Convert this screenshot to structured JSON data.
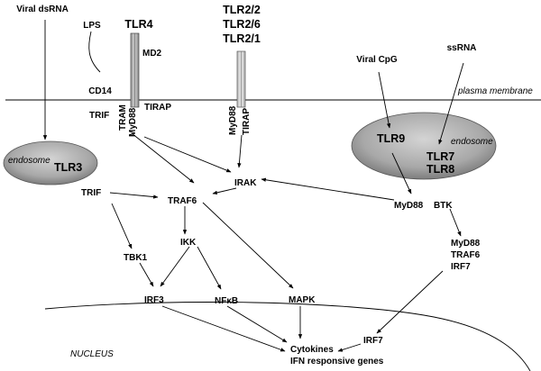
{
  "labels": {
    "viral_dsrna": "Viral dsRNA",
    "lps": "LPS",
    "cd14": "CD14",
    "tlr4": "TLR4",
    "md2": "MD2",
    "tlr2_2": "TLR2/2",
    "tlr2_6": "TLR2/6",
    "tlr2_1": "TLR2/1",
    "viral_cpg": "Viral CpG",
    "ssrna": "ssRNA",
    "plasma_membrane": "plasma membrane",
    "trif_top": "TRIF",
    "tram": "TRAM",
    "myd88_a": "MyD88",
    "tirap_a": "TIRAP",
    "myd88_b": "MyD88",
    "tirap_b": "TIRAP",
    "endosome_left": "endosome",
    "tlr3": "TLR3",
    "tlr9": "TLR9",
    "endosome_right": "endosome",
    "tlr7": "TLR7",
    "tlr8": "TLR8",
    "irak": "IRAK",
    "trif": "TRIF",
    "traf6": "TRAF6",
    "myd88_btk_myd88": "MyD88",
    "btk": "BTK",
    "tbk1": "TBK1",
    "ikk": "IKK",
    "myd88_c": "MyD88",
    "traf6_c": "TRAF6",
    "irf7_c": "IRF7",
    "irf3": "IRF3",
    "nfkb": "NFκB",
    "mapk": "MAPK",
    "irf7": "IRF7",
    "nucleus": "NUCLEUS",
    "cytokines": "Cytokines",
    "ifn_genes": "IFN responsive genes"
  }
}
